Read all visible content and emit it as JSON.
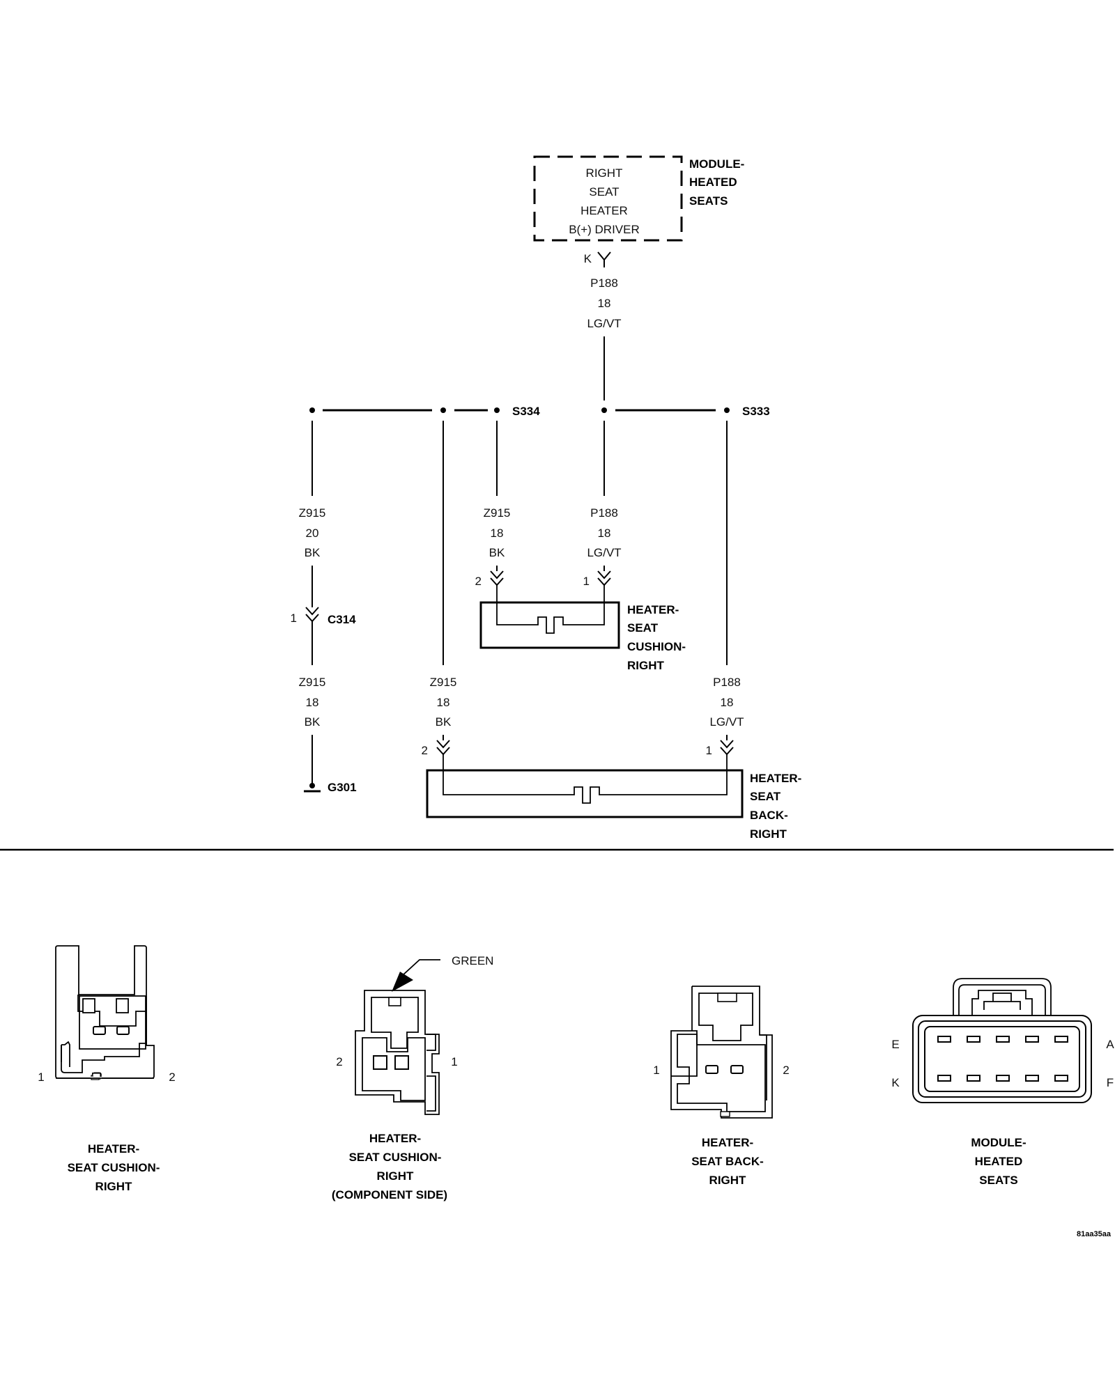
{
  "module": {
    "function_lines": [
      "RIGHT",
      "SEAT",
      "HEATER",
      "B(+) DRIVER"
    ],
    "name_lines": [
      "MODULE-",
      "HEATED",
      "SEATS"
    ],
    "pin": "K"
  },
  "wires": {
    "p188_top": [
      "P188",
      "18",
      "LG/VT"
    ],
    "z915_c314_upper": [
      "Z915",
      "20",
      "BK"
    ],
    "z915_cushion": [
      "Z915",
      "18",
      "BK"
    ],
    "p188_cushion": [
      "P188",
      "18",
      "LG/VT"
    ],
    "z915_c314_lower": [
      "Z915",
      "18",
      "BK"
    ],
    "z915_back": [
      "Z915",
      "18",
      "BK"
    ],
    "p188_back": [
      "P188",
      "18",
      "LG/VT"
    ]
  },
  "splices": {
    "s334": "S334",
    "s333": "S333"
  },
  "connectors": {
    "c314": "C314",
    "c314_pin": "1"
  },
  "ground": "G301",
  "cushion_heater": {
    "name_lines": [
      "HEATER-",
      "SEAT",
      "CUSHION-",
      "RIGHT"
    ],
    "pin_left": "2",
    "pin_right": "1"
  },
  "back_heater": {
    "name_lines": [
      "HEATER-",
      "SEAT",
      "BACK-",
      "RIGHT"
    ],
    "pin_left": "2",
    "pin_right": "1"
  },
  "views": {
    "cushion": {
      "label_lines": [
        "HEATER-",
        "SEAT CUSHION-",
        "RIGHT"
      ],
      "pin_left": "1",
      "pin_right": "2"
    },
    "cushion_component": {
      "label_lines": [
        "HEATER-",
        "SEAT CUSHION-",
        "RIGHT",
        "(COMPONENT SIDE)"
      ],
      "pin_left": "2",
      "pin_right": "1",
      "color_callout": "GREEN"
    },
    "back": {
      "label_lines": [
        "HEATER-",
        "SEAT BACK-",
        "RIGHT"
      ],
      "pin_left": "1",
      "pin_right": "2"
    },
    "module": {
      "label_lines": [
        "MODULE-",
        "HEATED",
        "SEATS"
      ],
      "pins": [
        "E",
        "A",
        "K",
        "F"
      ]
    }
  },
  "figure_id": "81aa35aa"
}
